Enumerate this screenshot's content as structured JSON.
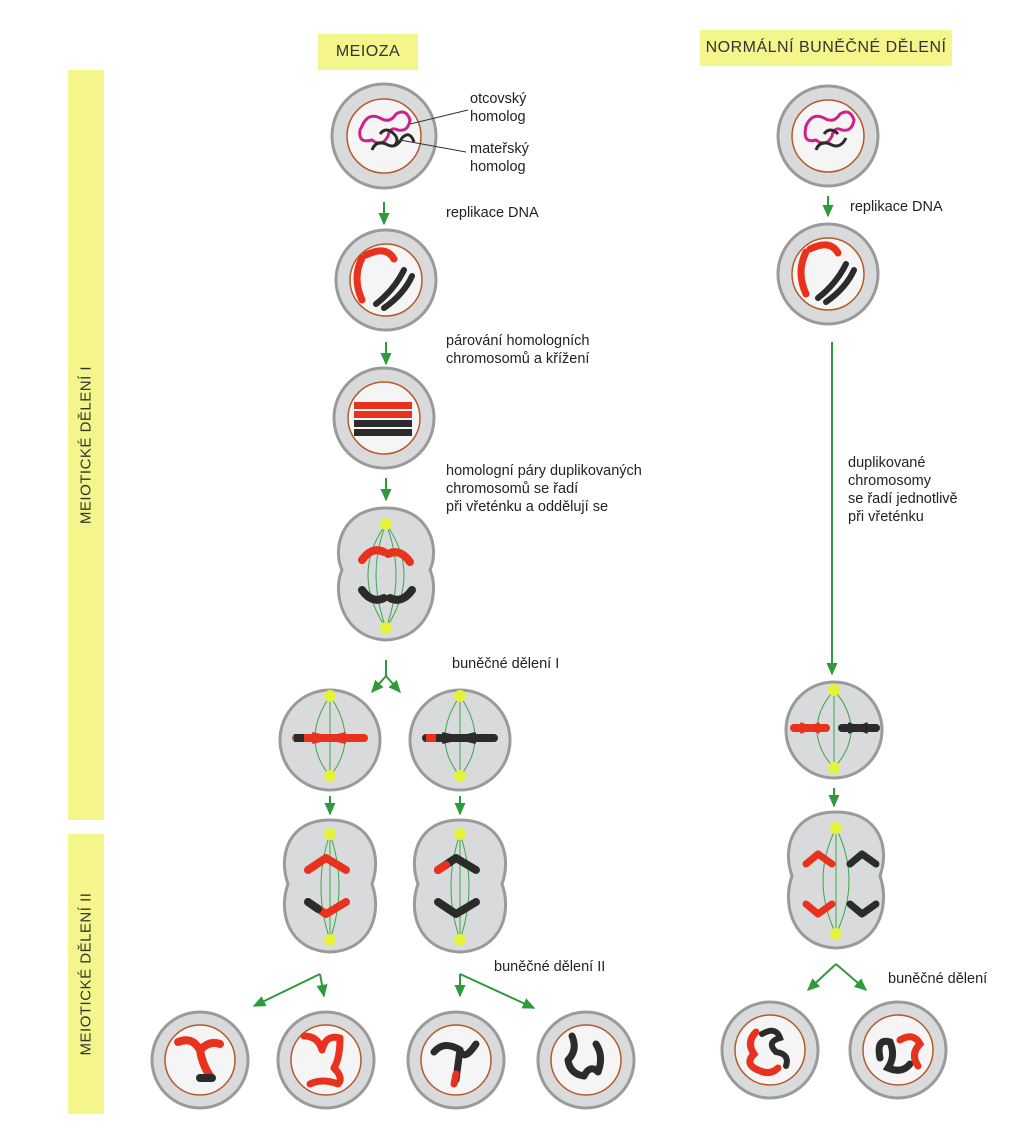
{
  "headers": {
    "meiosis": "MEIOZA",
    "mitosis": "NORMÁLNÍ BUNĚČNÉ DĚLENÍ"
  },
  "sidebar": {
    "division1": "MEIOTICKÉ DĚLENÍ I",
    "division2": "MEIOTICKÉ DĚLENÍ II"
  },
  "labels": {
    "paternal": [
      "otcovský",
      "homolog"
    ],
    "maternal": [
      "mateřský",
      "homolog"
    ],
    "replication_left": "replikace DNA",
    "replication_right": "replikace DNA",
    "pairing": [
      "párování homologních",
      "chromosomů a křížení"
    ],
    "homolog_pairs": [
      "homologní páry duplikovaných",
      "chromosomů se řadí",
      "při vřeténku a oddělují se"
    ],
    "division1": "buněčné dělení I",
    "division2": "buněčné dělení II",
    "duplicated": [
      "duplikované",
      "chromosomy",
      "se řadí jednotlivě",
      "při vřeténku"
    ],
    "cell_division": "buněčné dělení"
  },
  "colors": {
    "header_bg": "#f4f58a",
    "cell_fill": "#d9dadb",
    "cell_border": "#9a9a9a",
    "nucleus_fill": "#f5f5f5",
    "nucleus_border": "#b35a2b",
    "paternal_chromosome": "#e8321e",
    "maternal_chromosome": "#2b2b2b",
    "paternal_thread": "#d0208a",
    "arrow": "#2e9a3a",
    "spindle": "#3aa84a",
    "centrosome": "#e4f23a"
  }
}
